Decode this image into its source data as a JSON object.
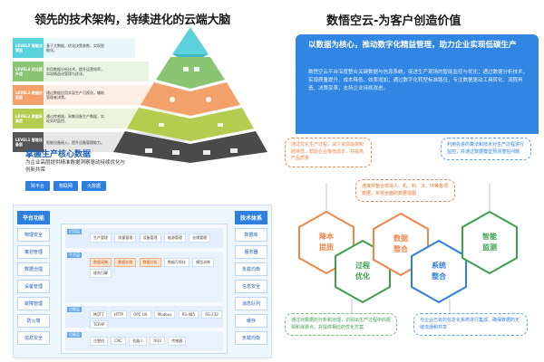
{
  "left_title": "领先的技术架构，持续进化的云端大脑",
  "right_title": "数悟空云-为客户创造价值",
  "levels": [
    {
      "tag": "LEVEL5 智能决策层",
      "desc": "基于大数据，优化决策参数，实现智能化。",
      "color": "#5ad2dc"
    },
    {
      "tag": "LEVEL4 优化提升层",
      "desc": "利用数据分析技术，提升运营效率，实现精益化管理与优化。",
      "color": "#8bc473"
    },
    {
      "tag": "LEVEL3 数据应用层",
      "desc": "通过数据应用实现生产可视化，辅助管理者决策。",
      "color": "#f3a06b"
    },
    {
      "tag": "LEVEL2 数据采集层",
      "desc": "通过传感器，采集设备生产数据，实现实时监控。",
      "color": "#b4cd4e"
    },
    {
      "tag": "LEVEL1 智能设备层",
      "desc": "智能设备接入，提升设备管理能力。",
      "color": "#555555"
    }
  ],
  "core": {
    "title": "掌握生产核心数据",
    "subtitle": "为企业高层提供精准数据洞察驱动持续优化与创新共荣",
    "pills": [
      "跨平台",
      "物联网",
      "大数据"
    ]
  },
  "arch": {
    "left_head": "平台功能",
    "left_items": [
      "物理安全",
      "策划管理",
      "数据治理",
      "设备管理",
      "故障管理",
      "防火墙",
      "信息安全"
    ],
    "right_head": "技术体系",
    "right_items": [
      "数据库",
      "服务器",
      "负载均衡",
      "信息安全",
      "消息队列",
      "缓存",
      "负载均衡"
    ],
    "rows": [
      {
        "label": "应用层",
        "items": [
          "生产管理",
          "质量管理",
          "设备管理",
          "能源管理",
          "仓储管理"
        ]
      },
      {
        "label": "平台层",
        "items": [
          "数据采集",
          "数据存储",
          "数据分析",
          "数据可视化",
          "模型训练",
          "规则引擎"
        ]
      },
      {
        "label": "边缘层",
        "items": [
          "MQTT",
          "HTTP",
          "OPC UA",
          "Modbus",
          "RS-485",
          "RS-232",
          "TCP/IP"
        ]
      },
      {
        "label": "设备层",
        "items": [
          "注塑机",
          "CNC",
          "机器人",
          "AGV",
          "传感器"
        ]
      }
    ]
  },
  "banner": {
    "title": "以数据为核心，推动数字化精益管理，助力企业实现低碳生产",
    "body": "数悟空云平台深度整合关键数据与信息系统，促进生产现场的智能监控与优化；通过数据分析技术，实现质量提升、成本降低、效率增加；通过数字化转型标准路径，专注数据驱动工具转化、流程再造、决策变革，支持企业持续改进。"
  },
  "callouts": {
    "top_left": "通过优化生产过程，减少资源浪费和碳排放，帮助企业降低成本，并提高产品质量",
    "top_right": "利用先进的算法和技术对生产过程进行监控，并通过数据模型预测潜在问题",
    "middle": "连接并整合现场人、机、料、法、环等各项数据，实现全面的数据视图",
    "bottom_left": "通过对数据的分析和治理，识别出生产过程中的瓶颈和浪费点，并提供相应的优化方案",
    "bottom_right": "与企业已有的信息化系统进行集成，确保数据的无缝流通和共享"
  },
  "hexes": [
    {
      "label1": "降本",
      "label2": "提质",
      "color": "#f0864a"
    },
    {
      "label1": "过程",
      "label2": "优化",
      "color": "#3aa04e"
    },
    {
      "label1": "数据",
      "label2": "整合",
      "color": "#f0864a"
    },
    {
      "label1": "系统",
      "label2": "整合",
      "color": "#2d7fe0"
    },
    {
      "label1": "智能",
      "label2": "监测",
      "color": "#3aa04e"
    }
  ]
}
